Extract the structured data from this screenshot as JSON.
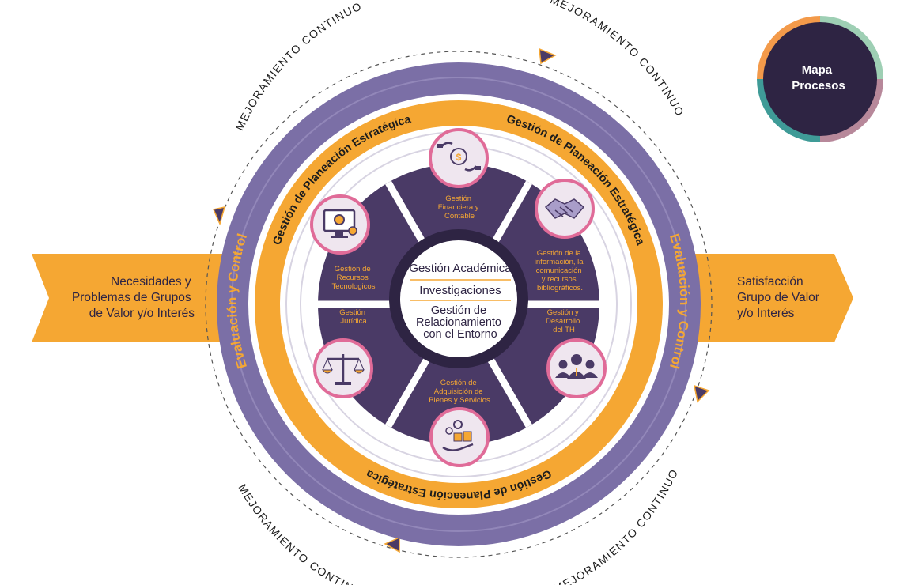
{
  "badge": {
    "line1": "Mapa",
    "line2": "Procesos"
  },
  "input_arrow": {
    "line1": "Necesidades y",
    "line2": "Problemas de Grupos",
    "line3": "de Valor y/o Interés"
  },
  "output_arrow": {
    "line1": "Satisfacción",
    "line2": "Grupo de Valor",
    "line3": "y/o Interés"
  },
  "outer_loop_label": "MEJORAMIENTO CONTINUO",
  "control_label": "Evaluación y Control",
  "planning_label": "Gestión de Planeación Estratégica",
  "core": {
    "item1": "Gestión Académica",
    "item2": "Investigaciones",
    "item3_line1": "Gestión de",
    "item3_line2": "Relacionamiento",
    "item3_line3": "con el Entorno"
  },
  "processes": {
    "financiera": [
      "Gestión",
      "Financiera y",
      "Contable"
    ],
    "informacion": [
      "Gestión de la",
      "información, la",
      "comunicación",
      "y recursos",
      "bibliográficos."
    ],
    "talento": [
      "Gestión y",
      "Desarrollo",
      "del TH"
    ],
    "adquisicion": [
      "Gestión de",
      "Adquisición de",
      "Bienes y Servicios"
    ],
    "juridica": [
      "Gestión",
      "Jurídica"
    ],
    "tecnologicos": [
      "Gestión de",
      "Recursos",
      "Tecnologicos"
    ]
  },
  "colors": {
    "purple_ring": "#7b6fa6",
    "orange": "#f5a733",
    "dark_purple": "#4a3a66",
    "navy": "#2e2443",
    "pink_border": "#e06b98",
    "icon_bg": "#efe6ef",
    "badge_seg1": "#9ecfb4",
    "badge_seg2": "#b7889a",
    "badge_seg3": "#3f9b97",
    "badge_seg4": "#f39a4a"
  }
}
